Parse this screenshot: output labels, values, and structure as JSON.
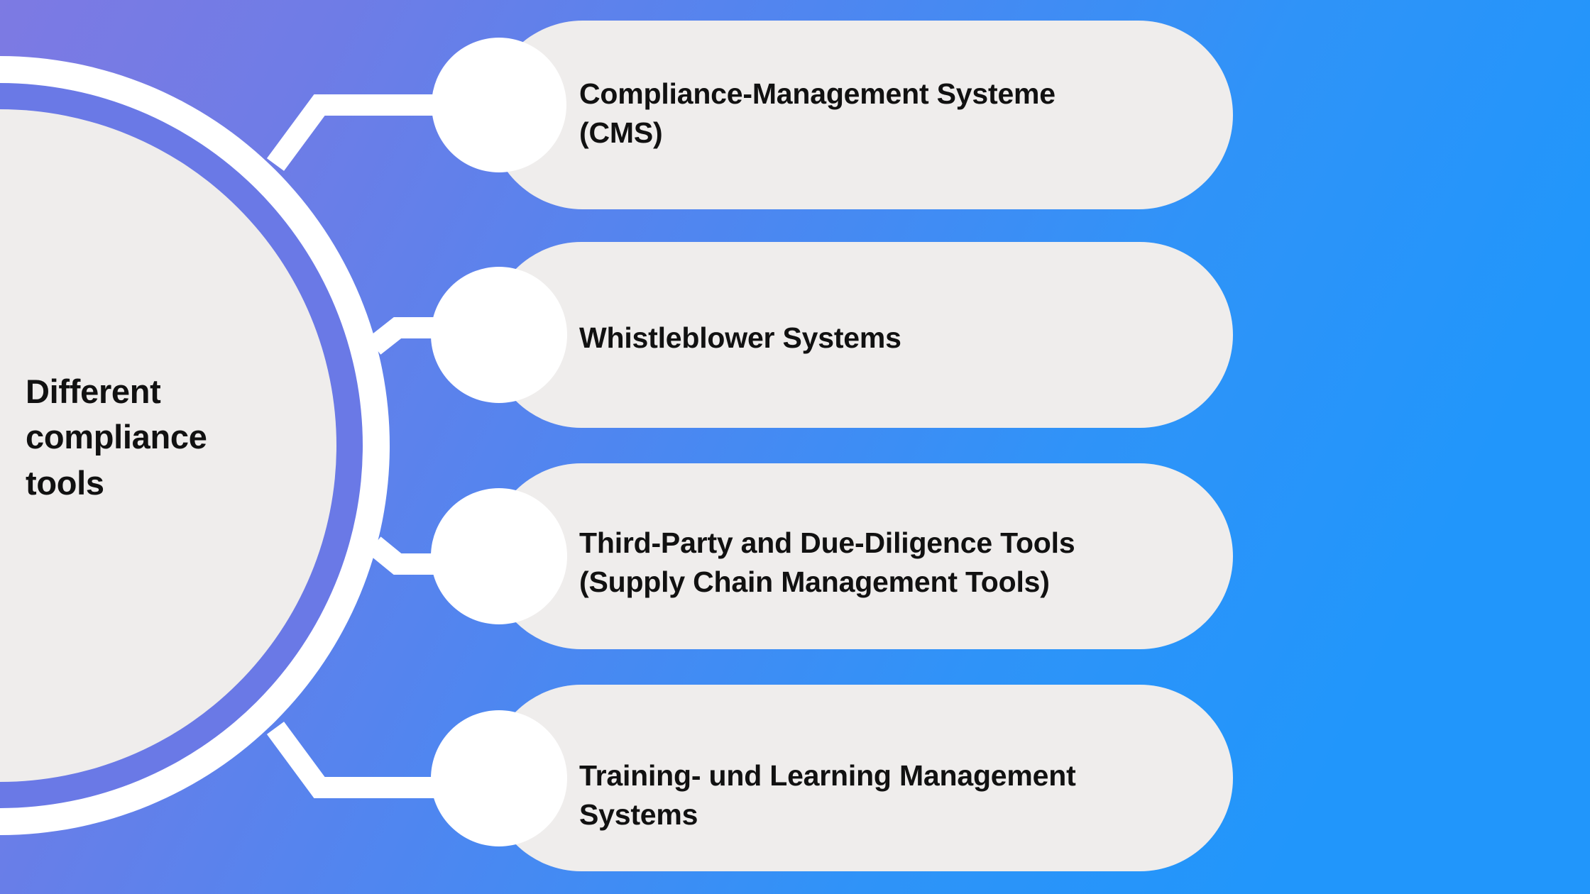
{
  "title": "Different compliance tools mindmap",
  "colors": {
    "bg_gradient_start": "#7d7ae3",
    "bg_gradient_end": "#2196fb",
    "pill_fill": "#efedec",
    "node_fill": "#ffffff",
    "connector": "#ffffff",
    "hub_fill": "#efedec",
    "hub_ring": "#ffffff",
    "text": "#111111"
  },
  "hub": {
    "label": "Different\ncompliance\ntools"
  },
  "branches": [
    {
      "index": 1,
      "label": "Compliance-Management Systeme\n(CMS)",
      "node_icon": "node-dot-icon"
    },
    {
      "index": 2,
      "label": "Whistleblower Systems",
      "node_icon": "node-dot-icon"
    },
    {
      "index": 3,
      "label": "Third-Party and Due-Diligence Tools\n(Supply Chain Management Tools)",
      "node_icon": "node-dot-icon"
    },
    {
      "index": 4,
      "label": "Training- und Learning Management\nSystems",
      "node_icon": "node-dot-icon"
    }
  ]
}
